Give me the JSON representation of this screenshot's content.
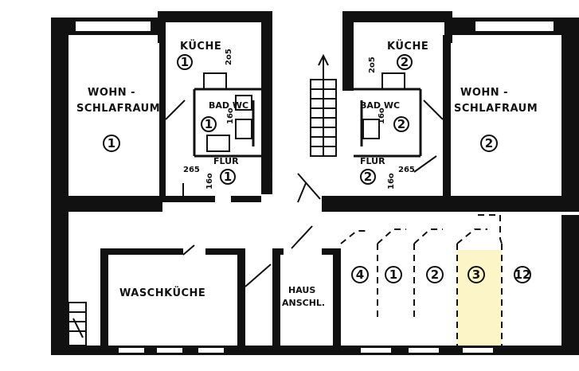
{
  "rooms": {
    "wohn_left_line1": "WOHN -",
    "wohn_left_line2": "SCHLAFRAUM",
    "wohn_left_num": "1",
    "kueche_left": "KÜCHE",
    "kueche_left_num": "1",
    "kueche_left_dim": "2o5",
    "bad_left": "BAD WC",
    "bad_left_num": "1",
    "bad_left_dim": "16o",
    "flur_left": "FLUR",
    "flur_left_num": "1",
    "flur_left_dim_w": "265",
    "flur_left_dim_h": "16o",
    "kueche_right": "KÜCHE",
    "kueche_right_num": "2",
    "kueche_right_dim": "2o5",
    "bad_right": "BAD WC",
    "bad_right_num": "2",
    "bad_right_dim": "16o",
    "flur_right": "FLUR",
    "flur_right_num": "2",
    "flur_right_dim_w": "265",
    "flur_right_dim_h": "16o",
    "wohn_right_line1": "WOHN -",
    "wohn_right_line2": "SCHLAFRAUM",
    "wohn_right_num": "2",
    "waschkueche": "WASCHKÜCHE",
    "haus_line1": "HAUS",
    "haus_line2": "ANSCHL.",
    "cellars": [
      "4",
      "1",
      "2",
      "3",
      "12"
    ]
  },
  "colors": {
    "wall": "#111111",
    "highlight": "#fbf5c8",
    "paper": "#ffffff"
  }
}
